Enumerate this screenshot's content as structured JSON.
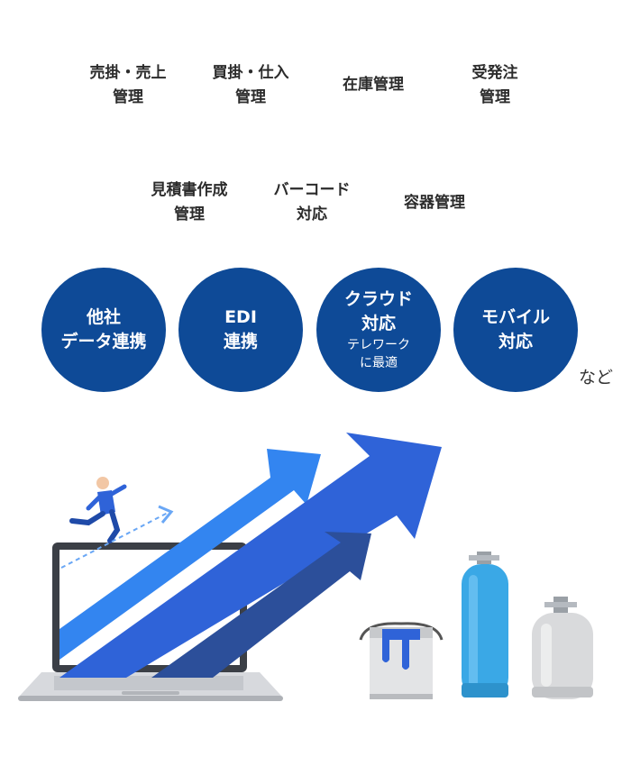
{
  "features_row1": [
    {
      "line1": "売掛・売上",
      "line2": "管理"
    },
    {
      "line1": "買掛・仕入",
      "line2": "管理"
    },
    {
      "line1": "在庫管理",
      "line2": ""
    },
    {
      "line1": "受発注",
      "line2": "管理"
    }
  ],
  "features_row2": [
    {
      "line1": "見積書作成",
      "line2": "管理"
    },
    {
      "line1": "バーコード",
      "line2": "対応"
    },
    {
      "line1": "容器管理",
      "line2": ""
    }
  ],
  "circles": [
    {
      "line1": "他社",
      "line2": "データ連携",
      "sub1": "",
      "sub2": ""
    },
    {
      "line1": "EDI",
      "line2": "連携",
      "sub1": "",
      "sub2": ""
    },
    {
      "line1": "クラウド",
      "line2": "対応",
      "sub1": "テレワーク",
      "sub2": "に最適"
    },
    {
      "line1": "モバイル",
      "line2": "対応",
      "sub1": "",
      "sub2": ""
    }
  ],
  "suffix": "など",
  "colors": {
    "circle": "#0e4a97",
    "arrow_light": "#3385f0",
    "arrow_mid": "#2f63d8",
    "arrow_dark": "#2c4f9a",
    "tank_blue": "#3aa8e6"
  }
}
